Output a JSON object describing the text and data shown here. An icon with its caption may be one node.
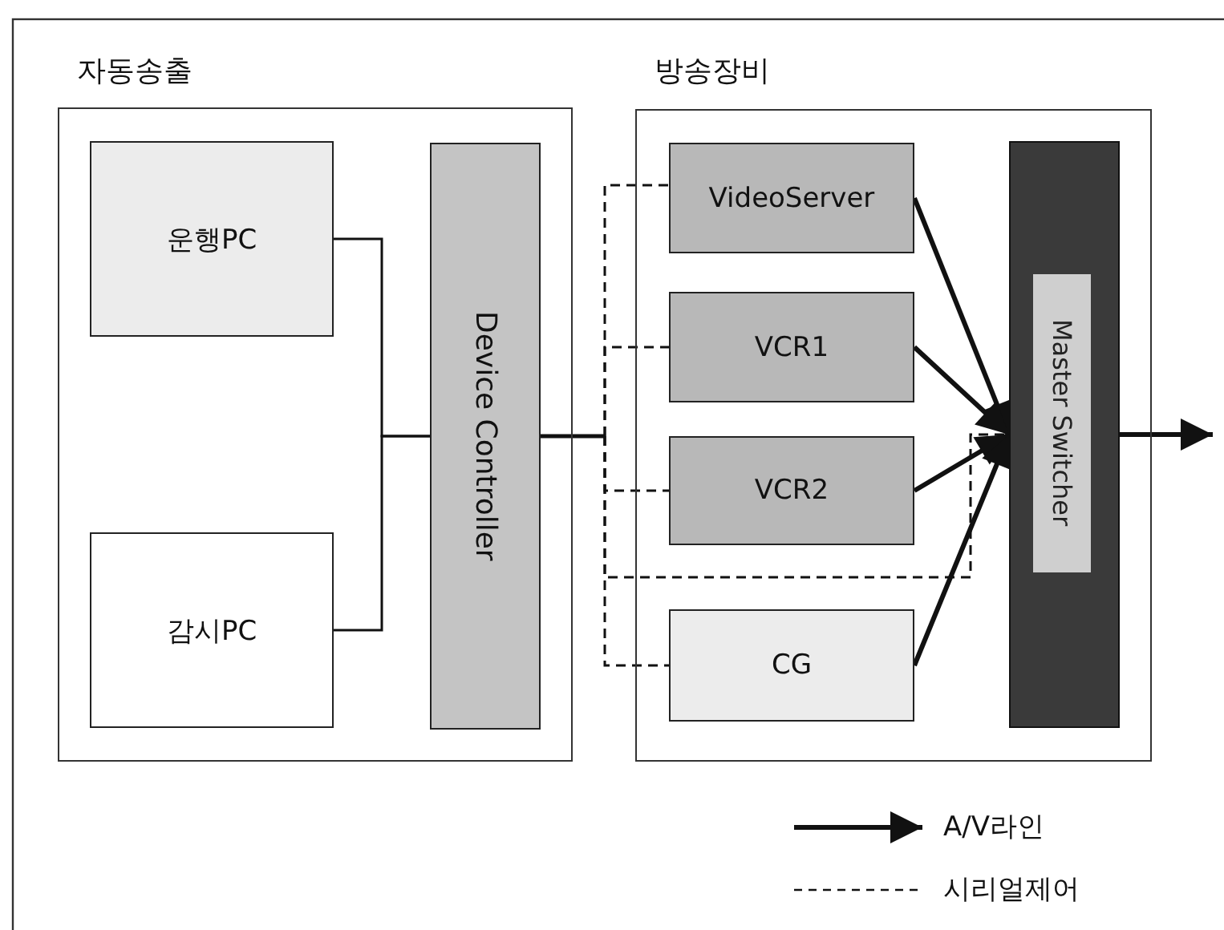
{
  "diagram": {
    "nodes": [
      {
        "text": [
          "자동송출"
        ]
      },
      {
        "text": [
          "운행PC"
        ],
        "in": 0
      },
      {
        "text": [
          "감시PC"
        ],
        "in": 0
      },
      {
        "text": [
          "Device Controller"
        ],
        "in": 0
      },
      {
        "text": [
          "방송장비"
        ]
      },
      {
        "text": [
          "VideoServer"
        ],
        "in": 4
      },
      {
        "text": [
          "VCR1"
        ],
        "in": 4
      },
      {
        "text": [
          "VCR2"
        ],
        "in": 4
      },
      {
        "text": [
          "CG"
        ],
        "in": 4
      },
      {
        "text": [
          "Master Switcher"
        ],
        "in": 4
      }
    ],
    "edges": [
      {
        "from": 1,
        "to": 3,
        "arrow": "none"
      },
      {
        "from": 2,
        "to": 3,
        "arrow": "none"
      },
      {
        "from": 3,
        "to": 5,
        "arrow": "none",
        "style": "dashed"
      },
      {
        "from": 3,
        "to": 6,
        "arrow": "none",
        "style": "dashed"
      },
      {
        "from": 3,
        "to": 7,
        "arrow": "none",
        "style": "dashed"
      },
      {
        "from": 3,
        "to": 8,
        "arrow": "none",
        "style": "dashed"
      },
      {
        "from": 3,
        "to": 9,
        "arrow": "none",
        "style": "dashed"
      },
      {
        "from": 5,
        "to": 9,
        "arrow": "to",
        "style": "thick"
      },
      {
        "from": 6,
        "to": 9,
        "arrow": "to",
        "style": "thick"
      },
      {
        "from": 7,
        "to": 9,
        "arrow": "to",
        "style": "thick"
      },
      {
        "from": 8,
        "to": 9,
        "arrow": "to",
        "style": "thick"
      },
      {
        "from": 9,
        "to": null,
        "arrow": "to",
        "style": "thick"
      }
    ],
    "legend": [
      {
        "text": "A/V라인"
      },
      {
        "text": "시리얼제어"
      }
    ]
  }
}
